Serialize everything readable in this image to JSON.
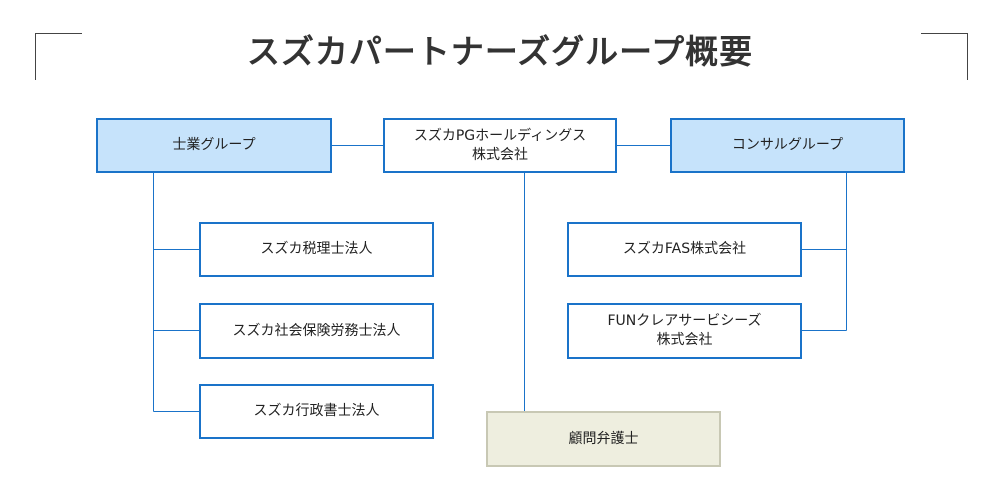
{
  "title": "スズカパートナーズグループ概要",
  "holding": "スズカPGホールディングス\n株式会社",
  "left_group": {
    "label": "士業グループ",
    "members": [
      "スズカ税理士法人",
      "スズカ社会保険労務士法人",
      "スズカ行政書士法人"
    ]
  },
  "right_group": {
    "label": "コンサルグループ",
    "members": [
      "スズカFAS株式会社",
      "FUNクレアサービシーズ\n株式会社"
    ]
  },
  "advisor": "顧問弁護士",
  "colors": {
    "box_border": "#1a73c9",
    "group_fill": "#c6e3fb",
    "advisor_fill": "#eeeedf",
    "advisor_border": "#c8c8b4",
    "connector": "#1a73c9"
  }
}
